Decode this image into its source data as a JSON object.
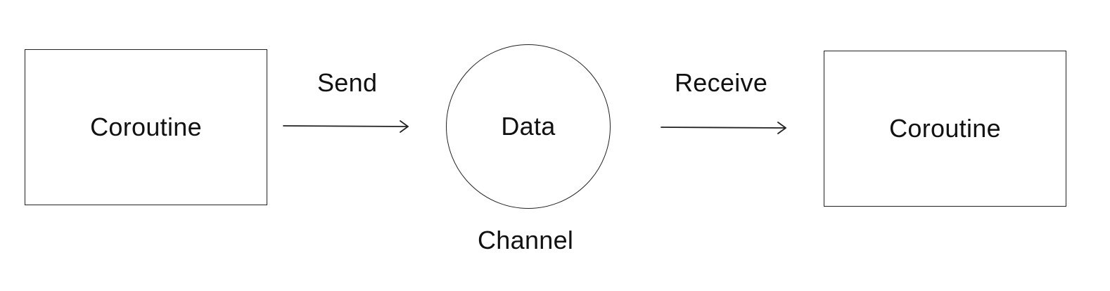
{
  "nodes": {
    "left_box": {
      "label": "Coroutine"
    },
    "channel": {
      "label": "Data",
      "caption": "Channel"
    },
    "right_box": {
      "label": "Coroutine"
    }
  },
  "edges": {
    "send": {
      "label": "Send"
    },
    "receive": {
      "label": "Receive"
    }
  },
  "colors": {
    "stroke": "#222222",
    "text": "#111111",
    "background": "#ffffff"
  }
}
